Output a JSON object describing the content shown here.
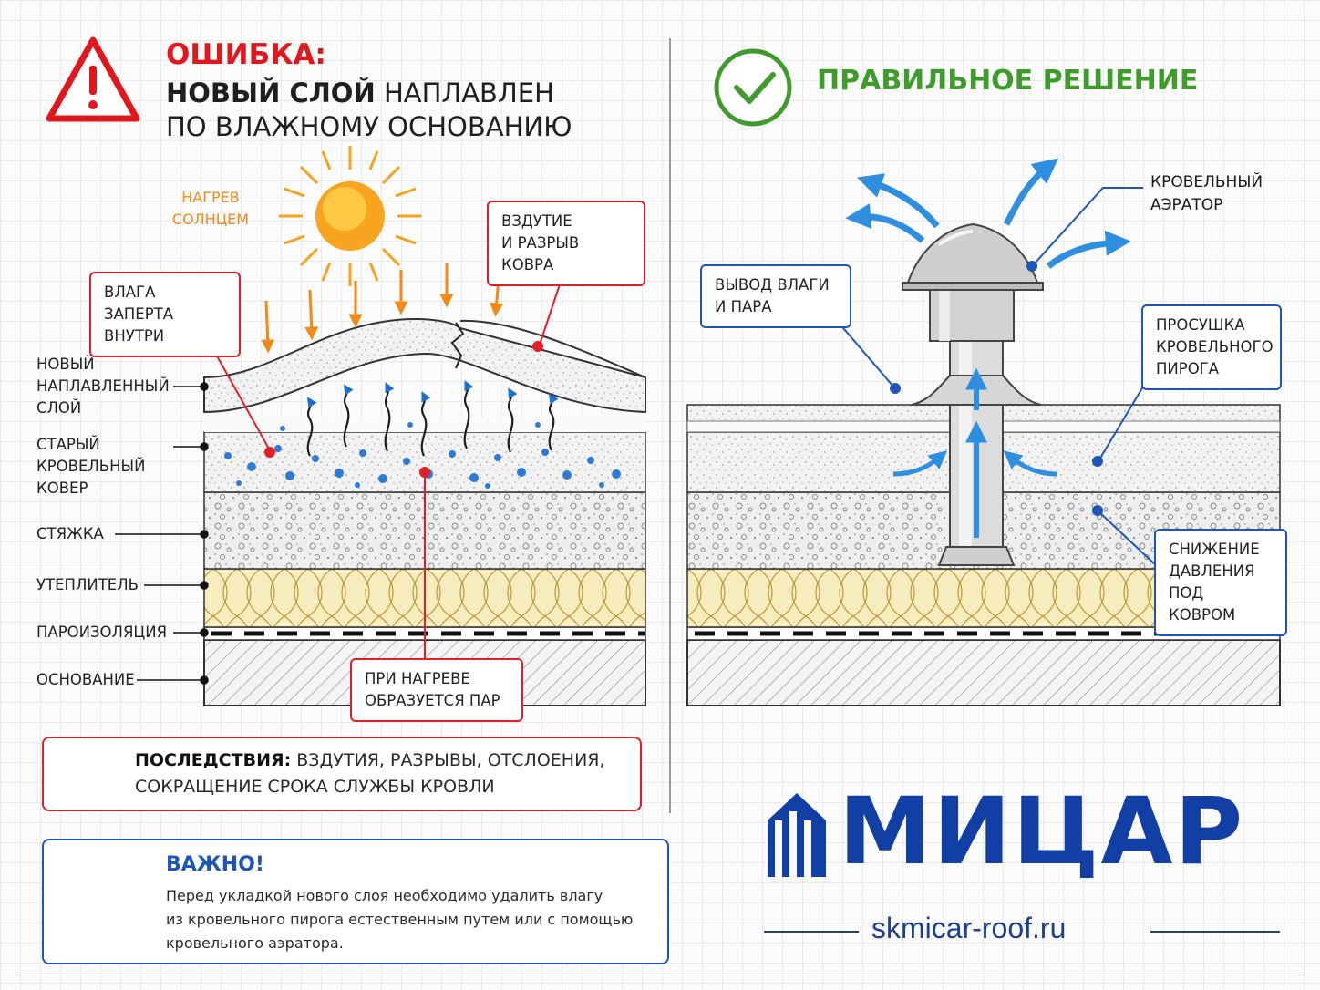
{
  "left": {
    "error_title": "ОШИБКА:",
    "subtitle_bold": "НОВЫЙ СЛОЙ",
    "subtitle_rest": " НАПЛАВЛЕН",
    "subtitle_line2": "ПО ВЛАЖНОМУ ОСНОВАНИЮ",
    "sun_label_1": "НАГРЕВ",
    "sun_label_2": "СОЛНЦЕМ",
    "callout_moisture_1": "ВЛАГА ЗАПЕРТА",
    "callout_moisture_2": "ВНУТРИ",
    "callout_bulge_1": "ВЗДУТИЕ",
    "callout_bulge_2": "И РАЗРЫВ КОВРА",
    "callout_steam_1": "ПРИ НАГРЕВЕ",
    "callout_steam_2": "ОБРАЗУЕТСЯ ПАР",
    "layers": {
      "new_layer": [
        "НОВЫЙ",
        "НАПЛАВЛЕННЫЙ",
        "СЛОЙ"
      ],
      "old_carpet": [
        "СТАРЫЙ",
        "КРОВЕЛЬНЫЙ",
        "КОВЕР"
      ],
      "screed": "СТЯЖКА",
      "insulation": "УТЕПЛИТЕЛЬ",
      "vapor_barrier": "ПАРОИЗОЛЯЦИЯ",
      "base": "ОСНОВАНИЕ"
    },
    "consequences_bold": "ПОСЛЕДСТВИЯ:",
    "consequences_rest": " ВЗДУТИЯ, РАЗРЫВЫ, ОТСЛОЕНИЯ,",
    "consequences_line2": "СОКРАЩЕНИЕ СРОКА СЛУЖБЫ КРОВЛИ"
  },
  "right": {
    "ok_title": "ПРАВИЛЬНОЕ РЕШЕНИЕ",
    "callout_aerator_1": "КРОВЕЛЬНЫЙ",
    "callout_aerator_2": "АЭРАТОР",
    "callout_outlet_1": "ВЫВОД ВЛАГИ",
    "callout_outlet_2": "И ПАРА",
    "callout_drying_1": "ПРОСУШКА",
    "callout_drying_2": "КРОВЕЛЬНОГО",
    "callout_drying_3": "ПИРОГА",
    "callout_pressure_1": "СНИЖЕНИЕ",
    "callout_pressure_2": "ДАВЛЕНИЯ",
    "callout_pressure_3": "ПОД КОВРОМ"
  },
  "important": {
    "title": "ВАЖНО!",
    "text_1": "Перед укладкой нового слоя необходимо удалить влагу",
    "text_2": "из кровельного пирога естественным путем или с помощью",
    "text_3": "кровельного аэратора."
  },
  "brand": {
    "logo_text": "МИЦАР",
    "website": "skmicar-roof.ru"
  },
  "colors": {
    "error_red": "#e21f26",
    "ok_green": "#3e9b2c",
    "brand_blue": "#123fa6",
    "callout_blue": "#1d56b8",
    "sun_orange": "#f08a1a",
    "insulation_yellow": "#f5e6a8"
  },
  "icons": [
    "warning-triangle-icon",
    "check-circle-icon",
    "exclamation-circle-icon",
    "clipboard-pen-icon",
    "sun-icon"
  ]
}
